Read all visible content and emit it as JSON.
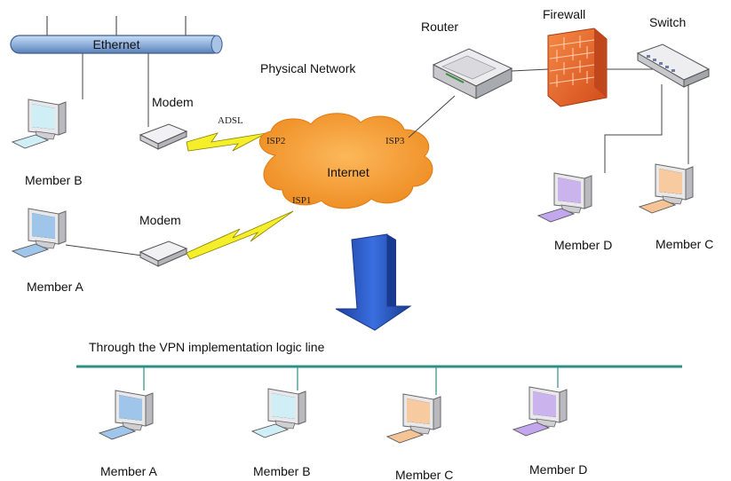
{
  "top": {
    "ethernet": "Ethernet",
    "physical_network": "Physical Network",
    "router": "Router",
    "firewall": "Firewall",
    "switch": "Switch",
    "modem_top": "Modem",
    "modem_bottom": "Modem",
    "adsl": "ADSL",
    "internet": "Internet",
    "isp1": "ISP1",
    "isp2": "ISP2",
    "isp3": "ISP3",
    "member_b": "Member B",
    "member_a": "Member A",
    "member_d": "Member D",
    "member_c": "Member C"
  },
  "bottom": {
    "vpn_caption": "Through the VPN implementation logic line",
    "members": [
      "Member A",
      "Member B",
      "Member C",
      "Member D"
    ]
  },
  "colors": {
    "blue_pc": "#9fc6ea",
    "cyan_pc": "#cfeef5",
    "orange_pc": "#f7caa0",
    "purple_pc": "#cbb4ee",
    "cloud": "#f6a23c",
    "teal_line": "#2d8f87",
    "arrow": "#2b5cc8",
    "firewall": "#e8652a"
  }
}
